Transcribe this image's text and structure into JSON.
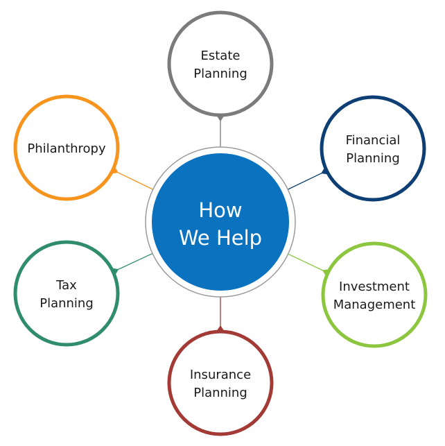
{
  "center": {
    "lines": [
      "How",
      "We Help"
    ],
    "color": "#0a72bf",
    "ring_color": "#9a9a9a"
  },
  "nodes": [
    {
      "id": "estate-planning",
      "lines": [
        "Estate",
        "Planning"
      ],
      "color": "#7b7b7d"
    },
    {
      "id": "financial-planning",
      "lines": [
        "Financial",
        "Planning"
      ],
      "color": "#0d3f74"
    },
    {
      "id": "investment-management",
      "lines": [
        "Investment",
        "Management"
      ],
      "color": "#8cc63f"
    },
    {
      "id": "insurance-planning",
      "lines": [
        "Insurance",
        "Planning"
      ],
      "color": "#a33a35"
    },
    {
      "id": "tax-planning",
      "lines": [
        "Tax",
        "Planning"
      ],
      "color": "#2f8d6b"
    },
    {
      "id": "philanthropy",
      "lines": [
        "Philanthropy"
      ],
      "color": "#f7941d"
    }
  ]
}
